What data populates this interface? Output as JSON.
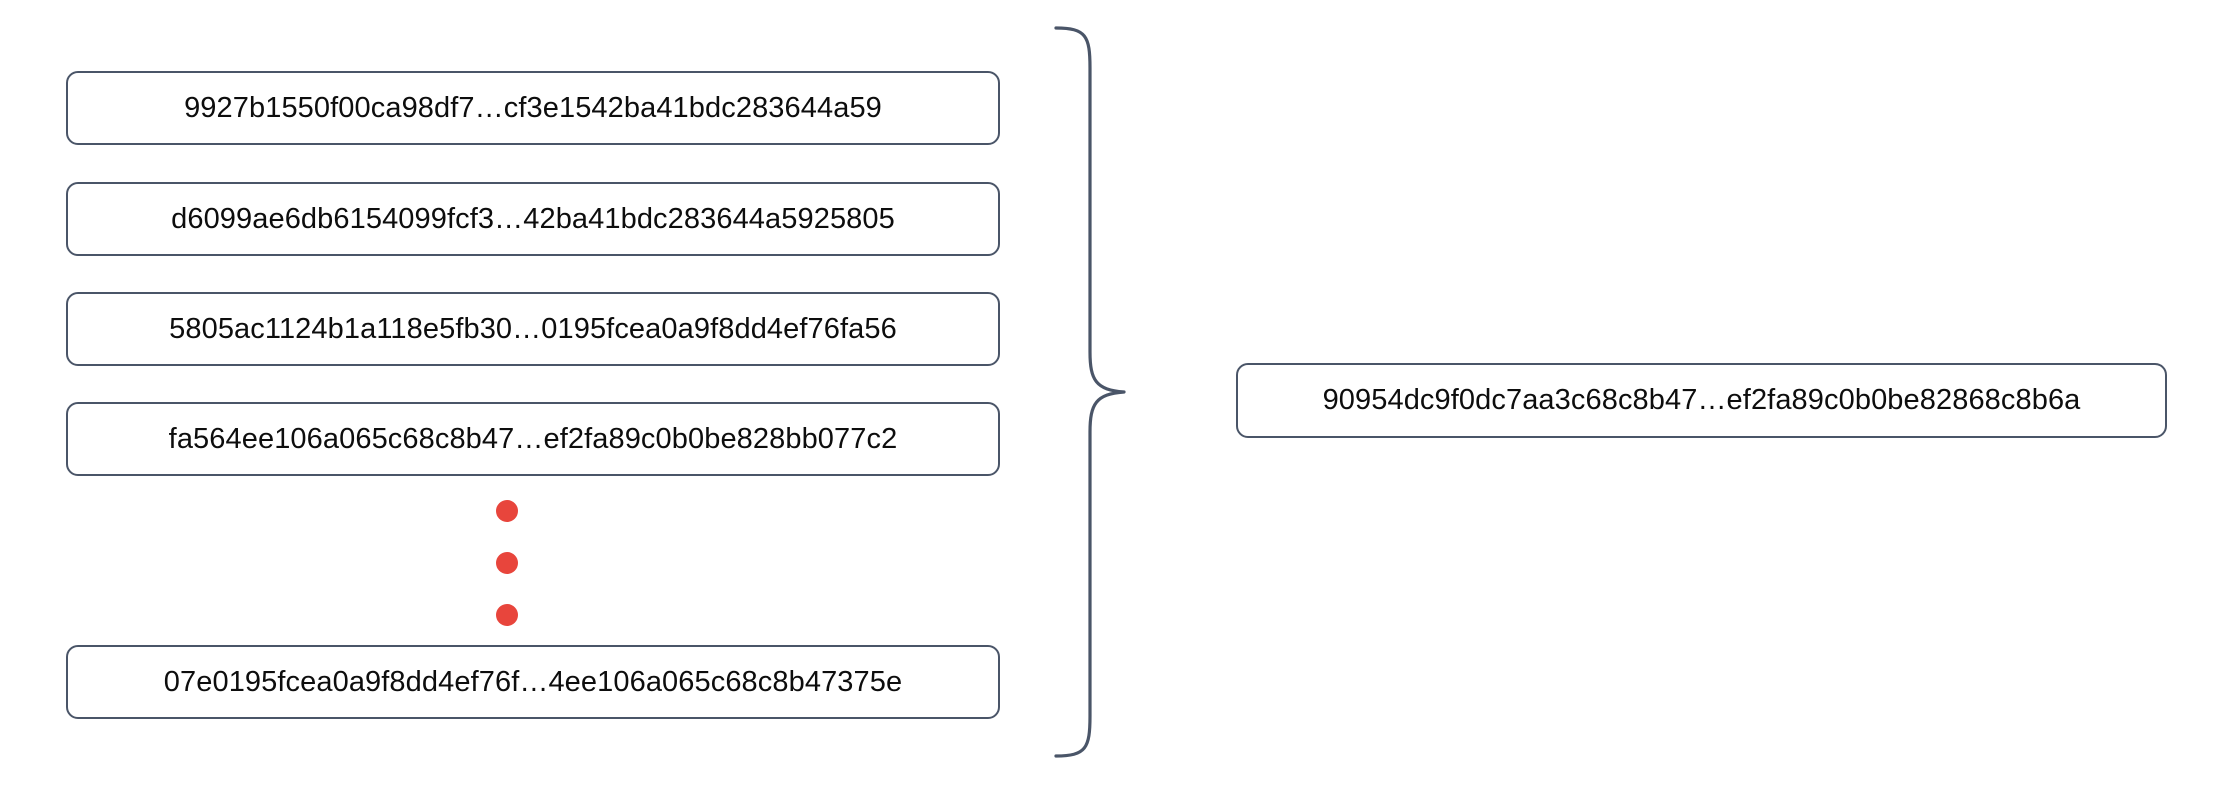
{
  "diagram": {
    "type": "hash-aggregation",
    "title": "Hash list aggregated into a single root hash",
    "colors": {
      "box_border": "#4a5568",
      "box_fill": "#ffffff",
      "text": "#0d0d0d",
      "ellipsis_dot": "#e8453c",
      "brace_stroke": "#4a5568",
      "background": "#ffffff"
    },
    "inputs": {
      "label": "input-hash-list",
      "items": [
        {
          "id": "hash-1",
          "text": "9927b1550f00ca98df7…cf3e1542ba41bdc283644a59"
        },
        {
          "id": "hash-2",
          "text": "d6099ae6db6154099fcf3…42ba41bdc283644a5925805"
        },
        {
          "id": "hash-3",
          "text": "5805ac1124b1a118e5fb30…0195fcea0a9f8dd4ef76fa56"
        },
        {
          "id": "hash-4",
          "text": "fa564ee106a065c68c8b47…ef2fa89c0b0be828bb077c2"
        },
        {
          "id": "hash-last",
          "text": "07e0195fcea0a9f8dd4ef76f…4ee106a065c68c8b47375e"
        }
      ],
      "ellipsis": {
        "label": "vertical-ellipsis",
        "dot_count": 3,
        "meaning": "more hashes omitted"
      }
    },
    "connector": {
      "label": "curly-brace",
      "orientation": "right-pointing",
      "meaning": "all inputs combine into one output"
    },
    "output": {
      "label": "result-hash",
      "text": "90954dc9f0dc7aa3c68c8b47…ef2fa89c0b0be82868c8b6a"
    }
  }
}
